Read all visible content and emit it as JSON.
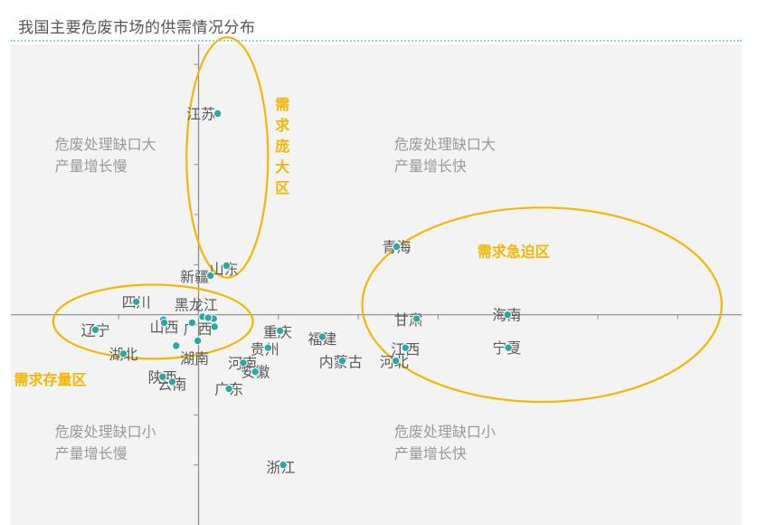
{
  "title": "我国主要危废市场的供需情况分布",
  "colors": {
    "point": "#2aa8a1",
    "zone": "#f2b705",
    "axis": "#8a8a8a",
    "quadrant_text": "#9a9a9a",
    "label": "#5a5a5a",
    "title_rule": "#8fd3dc"
  },
  "chart_data": {
    "type": "scatter",
    "xlim": [
      -2.35,
      6.8
    ],
    "ylim": [
      -2.1,
      2.7
    ],
    "axis_ticks": {
      "x": [
        -1,
        1,
        2,
        3,
        4,
        5,
        6
      ],
      "y": [
        -1.5,
        -1,
        -0.5,
        0.5,
        1,
        1.5,
        2,
        2.5
      ]
    },
    "grid": false,
    "quadrant_labels": [
      {
        "lines": [
          "危废处理缺口大",
          "产量增长慢"
        ],
        "x": -1.8,
        "y": 1.65
      },
      {
        "lines": [
          "危废处理缺口大",
          "产量增长快"
        ],
        "x": 2.45,
        "y": 1.65
      },
      {
        "lines": [
          "危废处理缺口小",
          "产量增长慢"
        ],
        "x": -1.8,
        "y": -1.22
      },
      {
        "lines": [
          "危废处理缺口小",
          "产量增长快"
        ],
        "x": 2.45,
        "y": -1.22
      }
    ],
    "zones": [
      {
        "label": "需求庞大区",
        "vertical": true,
        "cx": 0.36,
        "cy": 1.57,
        "rx": 0.51,
        "ry": 1.2,
        "label_x": 1.05,
        "label_y": 2.05
      },
      {
        "label": "需求急迫区",
        "vertical": false,
        "cx": 4.3,
        "cy": 0.1,
        "rx": 2.25,
        "ry": 0.97,
        "label_x": 3.49,
        "label_y": 0.58
      },
      {
        "label": "需求存量区",
        "vertical": false,
        "cx": -0.57,
        "cy": -0.07,
        "rx": 1.25,
        "ry": 0.37,
        "label_x": -2.31,
        "label_y": -0.7
      }
    ],
    "points": [
      {
        "name": "江苏",
        "x": 0.24,
        "y": 2.01,
        "lx": 0.03,
        "ly": 2.01
      },
      {
        "name": "山东",
        "x": 0.35,
        "y": 0.49,
        "lx": 0.32,
        "ly": 0.46
      },
      {
        "name": "新疆",
        "x": 0.15,
        "y": 0.39,
        "lx": -0.05,
        "ly": 0.38
      },
      {
        "name": "四川",
        "x": -0.78,
        "y": 0.13,
        "lx": -0.78,
        "ly": 0.13
      },
      {
        "name": "黑龙江",
        "x": 0.12,
        "y": -0.03,
        "lx": -0.03,
        "ly": 0.1
      },
      {
        "name": "辽宁",
        "x": -1.29,
        "y": -0.15,
        "lx": -1.29,
        "ly": -0.15
      },
      {
        "name": "山西",
        "x": -0.43,
        "y": -0.08,
        "lx": -0.43,
        "ly": -0.12
      },
      {
        "name": "广西",
        "x": -0.08,
        "y": -0.08,
        "lx": -0.01,
        "ly": -0.14
      },
      {
        "name": "湖北",
        "x": -0.94,
        "y": -0.39,
        "lx": -0.94,
        "ly": -0.39
      },
      {
        "name": "湖南",
        "x": -0.28,
        "y": -0.31,
        "lx": -0.05,
        "ly": -0.43
      },
      {
        "name": "陕西",
        "x": -0.45,
        "y": -0.62,
        "lx": -0.45,
        "ly": -0.62
      },
      {
        "name": "云南",
        "x": -0.33,
        "y": -0.67,
        "lx": -0.33,
        "ly": -0.69
      },
      {
        "name": "重庆",
        "x": 1.02,
        "y": -0.16,
        "lx": 0.99,
        "ly": -0.17
      },
      {
        "name": "贵州",
        "x": 0.87,
        "y": -0.33,
        "lx": 0.83,
        "ly": -0.34
      },
      {
        "name": "河南",
        "x": 0.56,
        "y": -0.48,
        "lx": 0.55,
        "ly": -0.48
      },
      {
        "name": "安徽",
        "x": 0.71,
        "y": -0.57,
        "lx": 0.71,
        "ly": -0.57
      },
      {
        "name": "广东",
        "x": 0.38,
        "y": -0.74,
        "lx": 0.38,
        "ly": -0.74
      },
      {
        "name": "福建",
        "x": 1.55,
        "y": -0.22,
        "lx": 1.55,
        "ly": -0.24
      },
      {
        "name": "内蒙古",
        "x": 1.8,
        "y": -0.46,
        "lx": 1.78,
        "ly": -0.47
      },
      {
        "name": "河北",
        "x": 2.47,
        "y": -0.46,
        "lx": 2.45,
        "ly": -0.47
      },
      {
        "name": "江西",
        "x": 2.59,
        "y": -0.33,
        "lx": 2.59,
        "ly": -0.34
      },
      {
        "name": "甘肃",
        "x": 2.73,
        "y": -0.04,
        "lx": 2.63,
        "ly": -0.05
      },
      {
        "name": "青海",
        "x": 2.48,
        "y": 0.68,
        "lx": 2.48,
        "ly": 0.68
      },
      {
        "name": "海南",
        "x": 3.87,
        "y": 0.0,
        "lx": 3.86,
        "ly": 0.0
      },
      {
        "name": "宁夏",
        "x": 3.88,
        "y": -0.33,
        "lx": 3.86,
        "ly": -0.33
      },
      {
        "name": "浙江",
        "x": 1.06,
        "y": -1.5,
        "lx": 1.03,
        "ly": -1.52
      }
    ],
    "unlabeled_points": [
      {
        "x": -0.44,
        "y": -0.05
      },
      {
        "x": 0.05,
        "y": -0.02
      },
      {
        "x": 0.19,
        "y": -0.04
      },
      {
        "x": 0.2,
        "y": -0.12
      },
      {
        "x": -0.01,
        "y": -0.26
      },
      {
        "x": -0.28,
        "y": -0.31
      }
    ]
  }
}
